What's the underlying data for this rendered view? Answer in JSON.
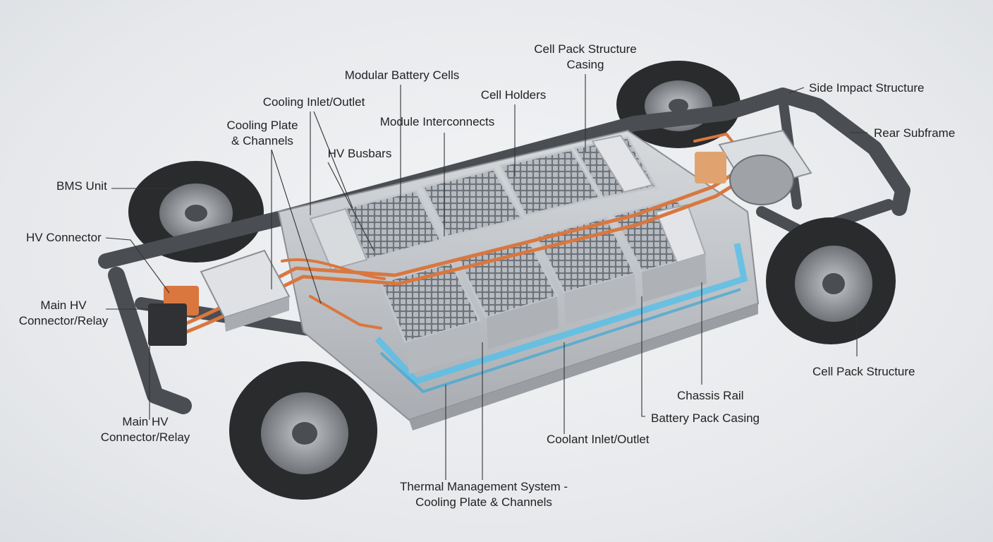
{
  "labels": {
    "modular_battery_cells": "Modular Battery Cells",
    "cell_pack_structure_casing": [
      "Cell Pack Structure",
      "Casing"
    ],
    "cooling_inlet_outlet": "Cooling Inlet/Outlet",
    "cell_holders": "Cell Holders",
    "side_impact_structure": "Side Impact Structure",
    "module_interconnects": "Module Interconnects",
    "cooling_plate_channels": [
      "Cooling Plate",
      "&  Channels"
    ],
    "rear_subframe": "Rear Subframe",
    "hv_busbars": "HV Busbars",
    "bms_unit": "BMS Unit",
    "hv_connector": "HV Connector",
    "main_hv_connector_relay_top": [
      "Main HV",
      "Connector/Relay"
    ],
    "main_hv_connector_relay_bottom": [
      "Main HV",
      "Connector/Relay"
    ],
    "cell_pack_structure": "Cell Pack Structure",
    "chassis_rail": "Chassis Rail",
    "battery_pack_casing": "Battery Pack Casing",
    "coolant_inlet_outlet": "Coolant Inlet/Outlet",
    "thermal_management_system": [
      "Thermal Management System -",
      "Cooling Plate & Channels"
    ]
  },
  "colors": {
    "frame": "#4a4d52",
    "tray": "#c9ccd0",
    "cell_top": "#8d9299",
    "module_frame": "#b9bdc2",
    "coolant": "#5bc0e8",
    "hv_cable": "#d9773f",
    "tire": "#2a2b2d",
    "rim": "#8e9296"
  }
}
